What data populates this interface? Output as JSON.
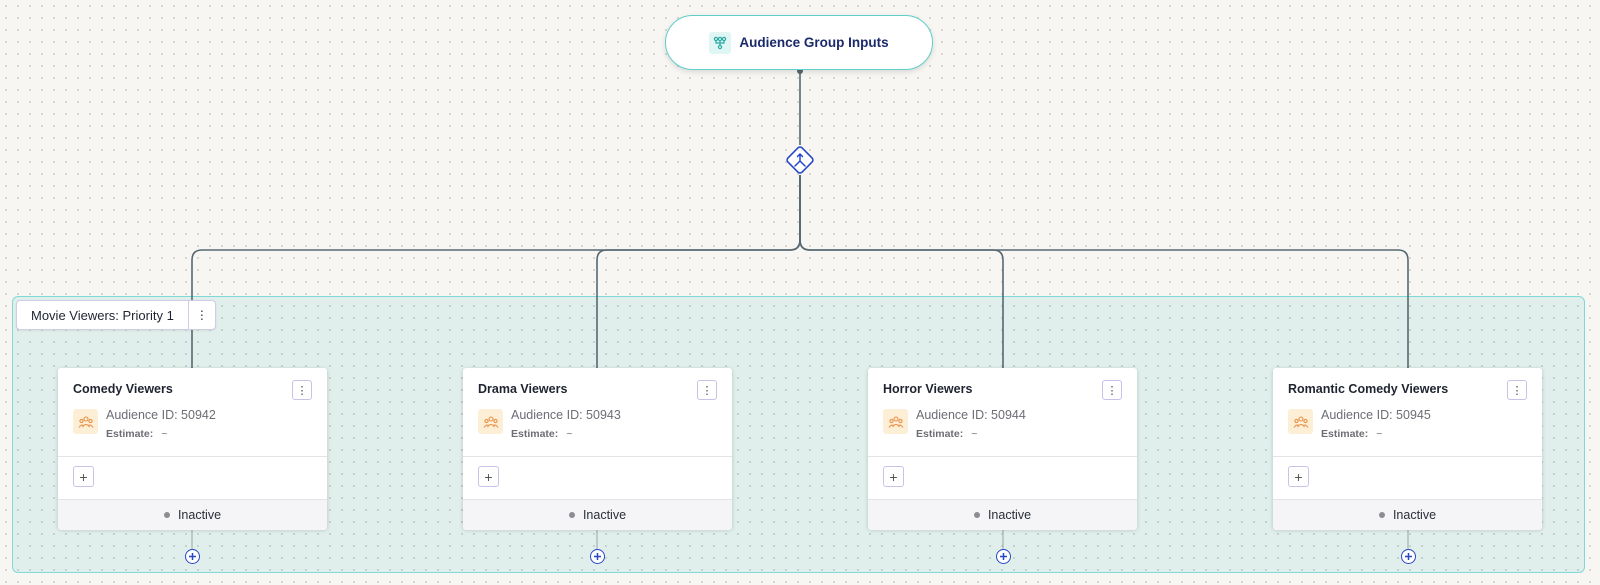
{
  "root": {
    "title": "Audience Group Inputs",
    "icon": "hierarchy-icon"
  },
  "split": {
    "icon": "split-merge-icon"
  },
  "group": {
    "label": "Movie Viewers: Priority 1",
    "menu_icon": "⋮"
  },
  "cards": [
    {
      "name": "Comedy Viewers",
      "audience_id": "Audience ID: 50942",
      "estimate_label": "Estimate:",
      "estimate_value": "~",
      "status": "Inactive"
    },
    {
      "name": "Drama Viewers",
      "audience_id": "Audience ID: 50943",
      "estimate_label": "Estimate:",
      "estimate_value": "~",
      "status": "Inactive"
    },
    {
      "name": "Horror Viewers",
      "audience_id": "Audience ID: 50944",
      "estimate_label": "Estimate:",
      "estimate_value": "~",
      "status": "Inactive"
    },
    {
      "name": "Romantic Comedy Viewers",
      "audience_id": "Audience ID: 50945",
      "estimate_label": "Estimate:",
      "estimate_value": "~",
      "status": "Inactive"
    }
  ],
  "colors": {
    "accent_teal": "#5fcfc9",
    "accent_blue": "#2747c7",
    "edge": "#566872",
    "audience_icon_bg": "#fdeed6",
    "status_inactive": "#8c8c92"
  }
}
